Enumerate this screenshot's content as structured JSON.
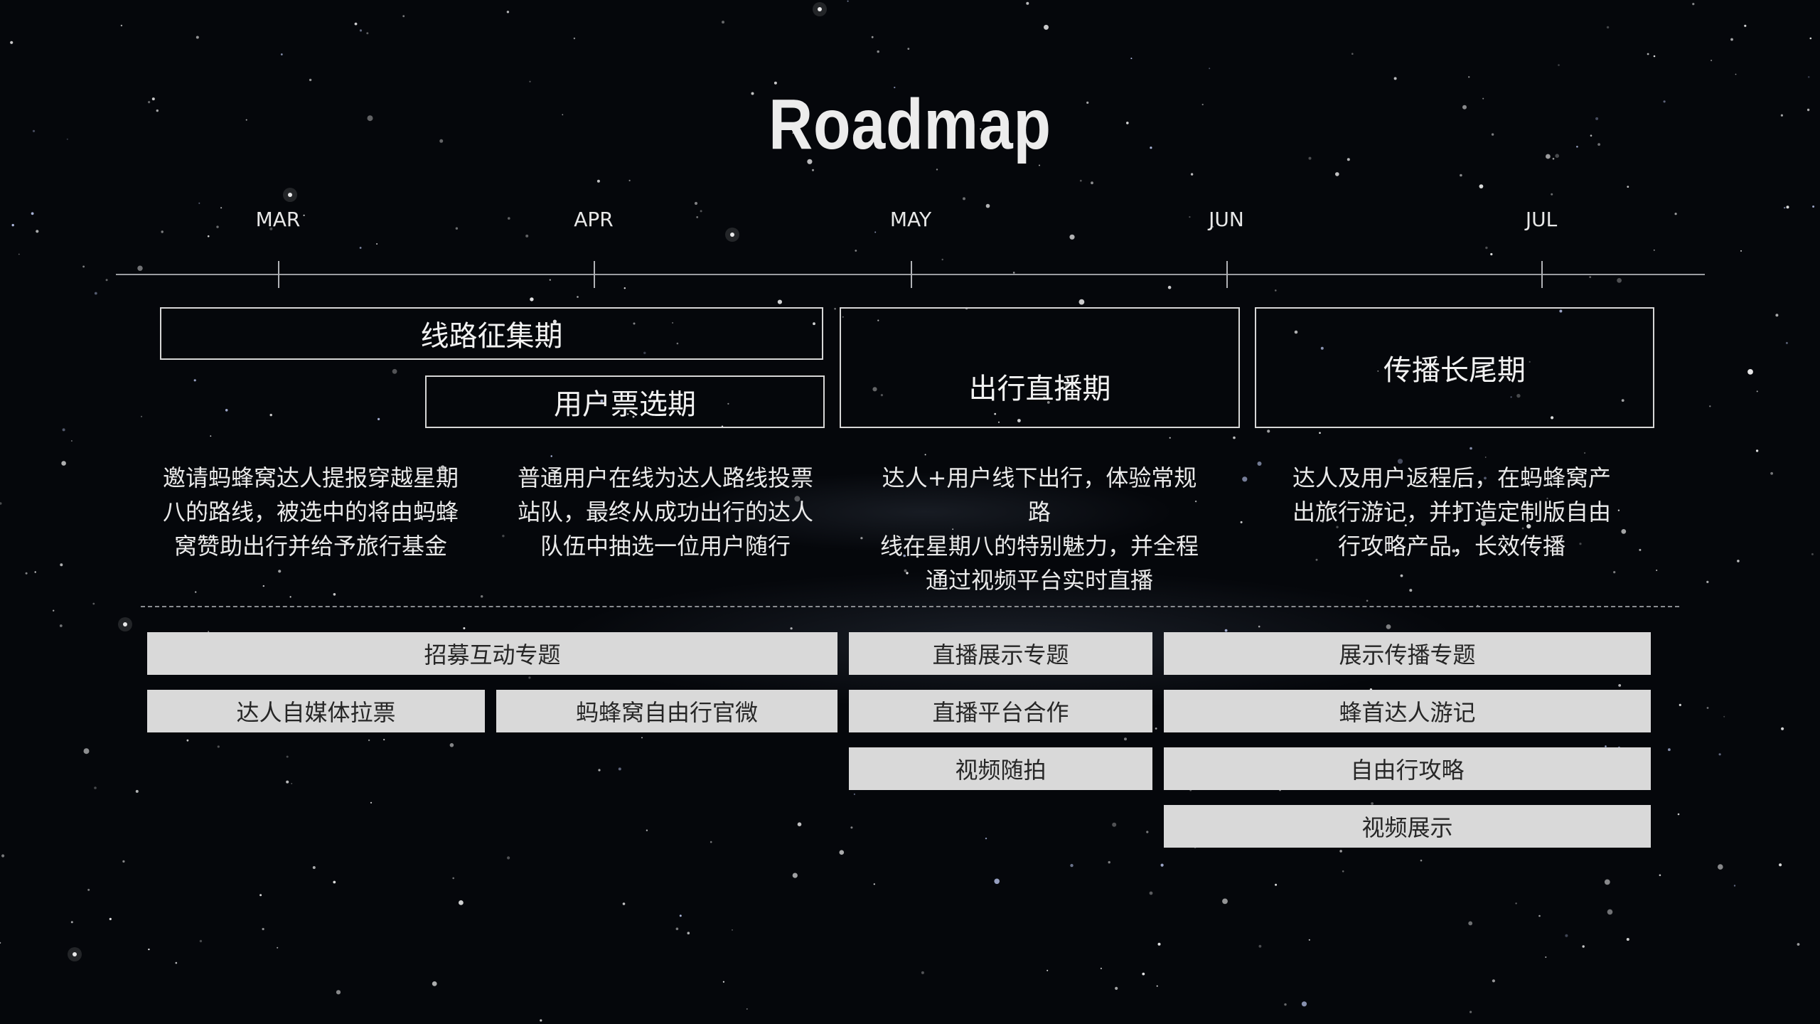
{
  "title": "Roadmap",
  "timeline": {
    "months": [
      "MAR",
      "APR",
      "MAY",
      "JUN",
      "JUL"
    ]
  },
  "phases": {
    "route_collection": "线路征集期",
    "user_voting": "用户票选期",
    "travel_live": "出行直播期",
    "long_tail": "传播长尾期"
  },
  "descriptions": {
    "col1": [
      "邀请蚂蜂窝达人提报穿越星期",
      "八的路线，被选中的将由蚂蜂",
      "窝赞助出行并给予旅行基金"
    ],
    "col2": [
      "普通用户在线为达人路线投票",
      "站队，最终从成功出行的达人",
      "队伍中抽选一位用户随行"
    ],
    "col3": [
      "达人+用户线下出行，体验常规路",
      "线在星期八的特别魅力，并全程",
      "通过视频平台实时直播"
    ],
    "col4": [
      "达人及用户返程后，在蚂蜂窝产",
      "出旅行游记，并打造定制版自由",
      "行攻略产品，长效传播"
    ]
  },
  "items": {
    "recruit_topic": "招募互动专题",
    "kol_vote": "达人自媒体拉票",
    "mfw_weibo": "蚂蜂窝自由行官微",
    "live_topic": "直播展示专题",
    "live_platform": "直播平台合作",
    "video_snap": "视频随拍",
    "spread_topic": "展示传播专题",
    "kol_travelogue": "蜂首达人游记",
    "free_guide": "自由行攻略",
    "video_show": "视频展示"
  }
}
